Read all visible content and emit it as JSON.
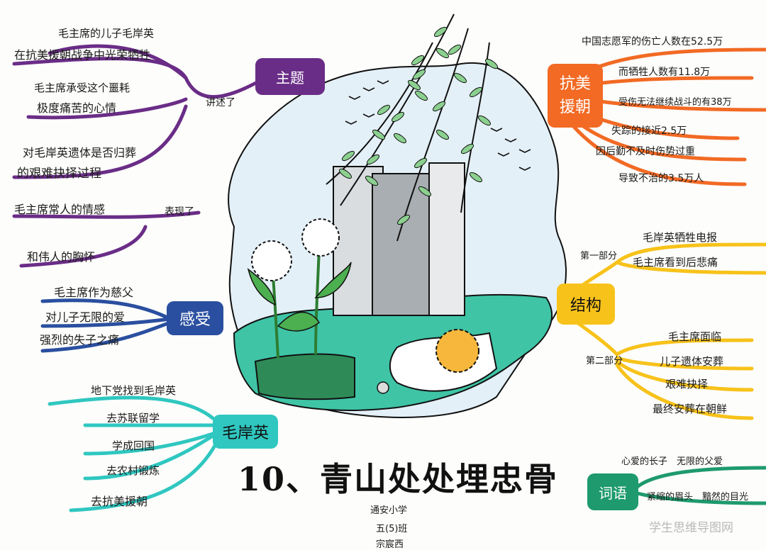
{
  "title": "10、青山处处埋忠骨",
  "author": {
    "school": "通安小学",
    "class": "五(5)班",
    "name": "宗宸西"
  },
  "watermark": "学生思维导图网",
  "colors": {
    "theme": "#6a2d87",
    "feelings": "#2a4fa0",
    "mao_anying": "#2fc7c0",
    "war": "#f26a24",
    "structure": "#f7c21a",
    "words": "#1e9a6e"
  },
  "branches": {
    "theme": {
      "label": "主题",
      "connector_1": "讲述了",
      "connector_2": "表现了",
      "items": [
        "毛主席的儿子毛岸英",
        "在抗美援朝战争中光荣牺牲",
        "毛主席承受这个噩耗",
        "极度痛苦的心情",
        "对毛岸英遗体是否归葬",
        "的艰难抉择过程",
        "毛主席常人的情感",
        "和伟人的胸怀"
      ]
    },
    "feelings": {
      "label": "感受",
      "items": [
        "毛主席作为慈父",
        "对儿子无限的爱",
        "强烈的失子之痛"
      ]
    },
    "mao_anying": {
      "label": "毛岸英",
      "items": [
        "地下党找到毛岸英",
        "去苏联留学",
        "学成回国",
        "去农村锻炼",
        "去抗美援朝"
      ]
    },
    "war": {
      "label": "抗美援朝",
      "items": [
        "中国志愿军的伤亡人数在52.5万",
        "而牺牲人数有11.8万",
        "受伤无法继续战斗的有38万",
        "失踪的接近2.5万",
        "因后勤不及时伤势过重",
        "导致不治的3.5万人"
      ]
    },
    "structure": {
      "label": "结构",
      "part1": {
        "label": "第一部分",
        "items": [
          "毛岸英牺牲电报",
          "毛主席看到后悲痛"
        ]
      },
      "part2": {
        "label": "第二部分",
        "items": [
          "毛主席面临",
          "儿子遗体安葬",
          "艰难抉择",
          "最终安葬在朝鲜"
        ]
      }
    },
    "words": {
      "label": "词语",
      "items": [
        "心爱的长子　无限的父爱",
        "紧缩的眉头　黯然的目光"
      ]
    }
  }
}
